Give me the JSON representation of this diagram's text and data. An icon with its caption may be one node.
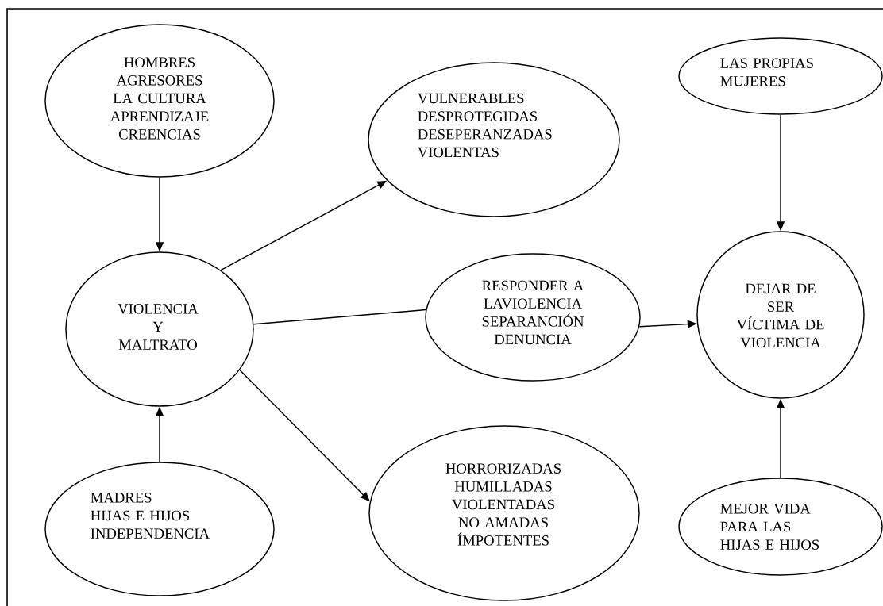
{
  "diagram": {
    "nodes": [
      {
        "text": [
          "HOMBRES AGRESORES LA CULTURA APRENDIZAJE CREENCIAS"
        ]
      },
      {
        "text": [
          "VULNERABLES DESPROTEGIDAS DESEPERANZADAS VIOLENTAS"
        ]
      },
      {
        "text": [
          "LAS PROPIAS MUJERES"
        ]
      },
      {
        "text": [
          "VIOLENCIA Y MALTRATO"
        ]
      },
      {
        "text": [
          "RESPONDER A LAVIOLENCIA SEPARANCIÓN DENUNCIA"
        ]
      },
      {
        "text": [
          "DEJAR DE SER VÍCTIMA DE VIOLENCIA"
        ]
      },
      {
        "text": [
          "MADRES HIJAS E HIJOS INDEPENDENCIA"
        ]
      },
      {
        "text": [
          "HORRORIZADAS HUMILLADAS VIOLENTADAS NO AMADAS ÍMPOTENTES"
        ]
      },
      {
        "text": [
          "MEJOR VIDA PARA LAS HIJAS E HIJOS"
        ]
      }
    ],
    "edges": [
      {
        "from": 0,
        "to": 3,
        "arrow": "to"
      },
      {
        "from": 6,
        "to": 3,
        "arrow": "to"
      },
      {
        "from": 3,
        "to": 1,
        "arrow": "to"
      },
      {
        "from": 3,
        "to": 4,
        "arrow": "none"
      },
      {
        "from": 3,
        "to": 7,
        "arrow": "to"
      },
      {
        "from": 4,
        "to": 5,
        "arrow": "to"
      },
      {
        "from": 2,
        "to": 5,
        "arrow": "to"
      },
      {
        "from": 8,
        "to": 5,
        "arrow": "to"
      }
    ]
  }
}
